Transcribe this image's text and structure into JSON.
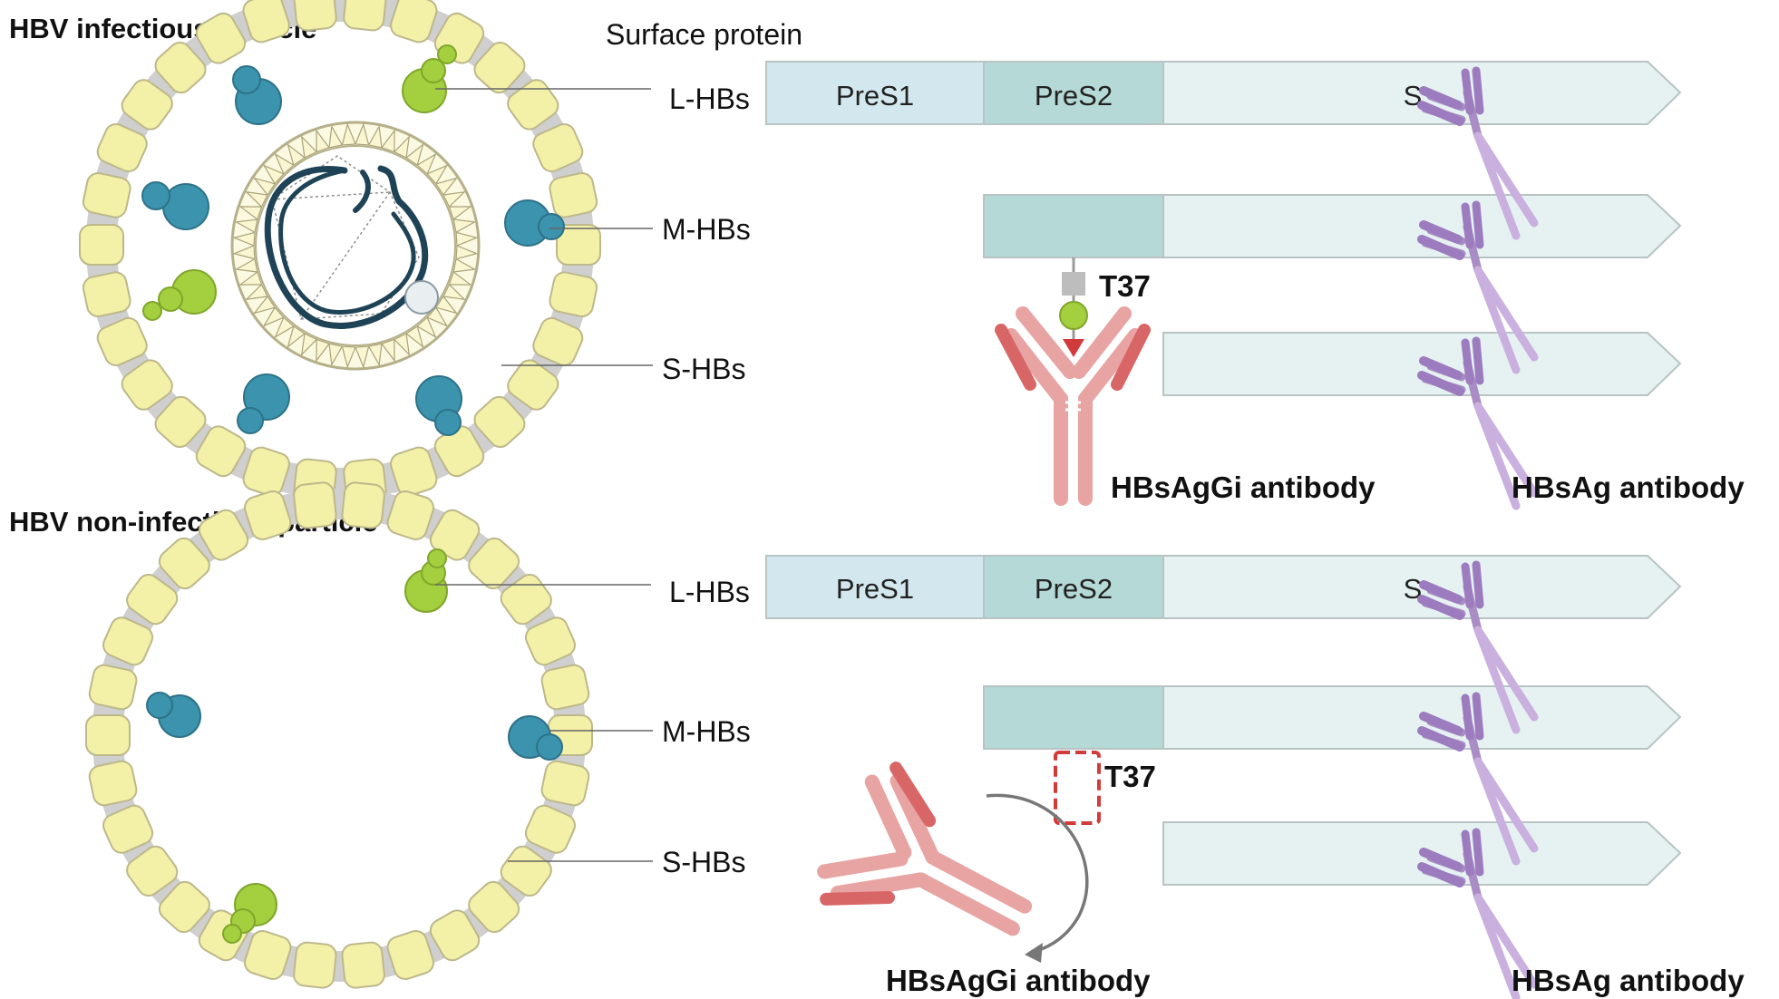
{
  "panels": {
    "top": {
      "title": "HBV infectious particle",
      "heading": "Surface protein",
      "rows": [
        {
          "label": "L-HBs",
          "segments": [
            "PreS1",
            "PreS2",
            "S"
          ]
        },
        {
          "label": "M-HBs"
        },
        {
          "label": "S-HBs"
        }
      ],
      "site_label": "T37",
      "antibody_gi": "HBsAgGi antibody",
      "antibody_s": "HBsAg antibody"
    },
    "bottom": {
      "title": "HBV non-infectious particle",
      "rows": [
        {
          "label": "L-HBs",
          "segments": [
            "PreS1",
            "PreS2",
            "S"
          ]
        },
        {
          "label": "M-HBs"
        },
        {
          "label": "S-HBs"
        }
      ],
      "site_label": "T37",
      "antibody_gi": "HBsAgGi antibody",
      "antibody_s": "HBsAg antibody"
    }
  },
  "colors": {
    "pres1": "#d3e8ee",
    "pres2": "#b5d9d6",
    "s_domain": "#e6f2f1",
    "bar_border": "#b8c4c4",
    "hbsag_antibody": "#b08ec9",
    "hbsaggi_antibody": "#e8a3a3",
    "glycan_site": "#9ad13a",
    "protein_yellow": "#f3f0a8",
    "protein_teal": "#3c93ad",
    "protein_green": "#a4cf3f",
    "dna": "#1f4356"
  }
}
